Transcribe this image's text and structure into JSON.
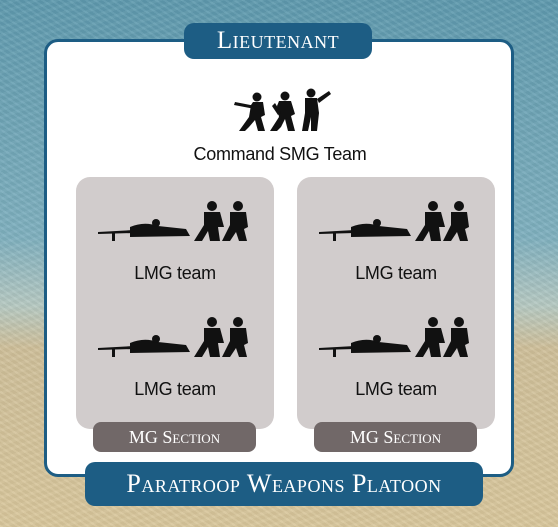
{
  "header": {
    "title": "Lieutenant"
  },
  "command_team": {
    "label": "Command SMG Team",
    "icon": "soldiers-silhouette-icon"
  },
  "sections": [
    {
      "label": "MG Section",
      "teams": [
        {
          "label": "LMG team",
          "icon": "lmg-team-icon"
        },
        {
          "label": "LMG team",
          "icon": "lmg-team-icon"
        }
      ]
    },
    {
      "label": "MG Section",
      "teams": [
        {
          "label": "LMG team",
          "icon": "lmg-team-icon"
        },
        {
          "label": "LMG team",
          "icon": "lmg-team-icon"
        }
      ]
    }
  ],
  "footer": {
    "title": "Paratroop Weapons Platoon"
  },
  "colors": {
    "banner": "#1d5d84",
    "section_bg": "#d1cccc",
    "section_banner": "#716868"
  }
}
